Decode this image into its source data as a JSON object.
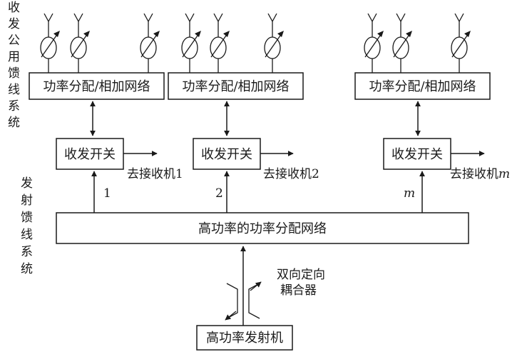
{
  "labels": {
    "rx_feed_system": [
      "收",
      "发",
      "公",
      "用",
      "馈",
      "线",
      "系",
      "统"
    ],
    "tx_feed_system": [
      "发",
      "射",
      "馈",
      "线",
      "系",
      "统"
    ],
    "power_division_network": "功率分配/相加网络",
    "tr_switch": "收发开关",
    "to_receiver_1": "去接收机1",
    "to_receiver_2": "去接收机2",
    "to_receiver_m_prefix": "去接收机",
    "to_receiver_m_suffix": "m",
    "port_1": "1",
    "port_2": "2",
    "port_m": "m",
    "high_power_network": "高功率的功率分配网络",
    "directional_coupler_line1": "双向定向",
    "directional_coupler_line2": "耦合器",
    "transmitter": "高功率发射机"
  }
}
